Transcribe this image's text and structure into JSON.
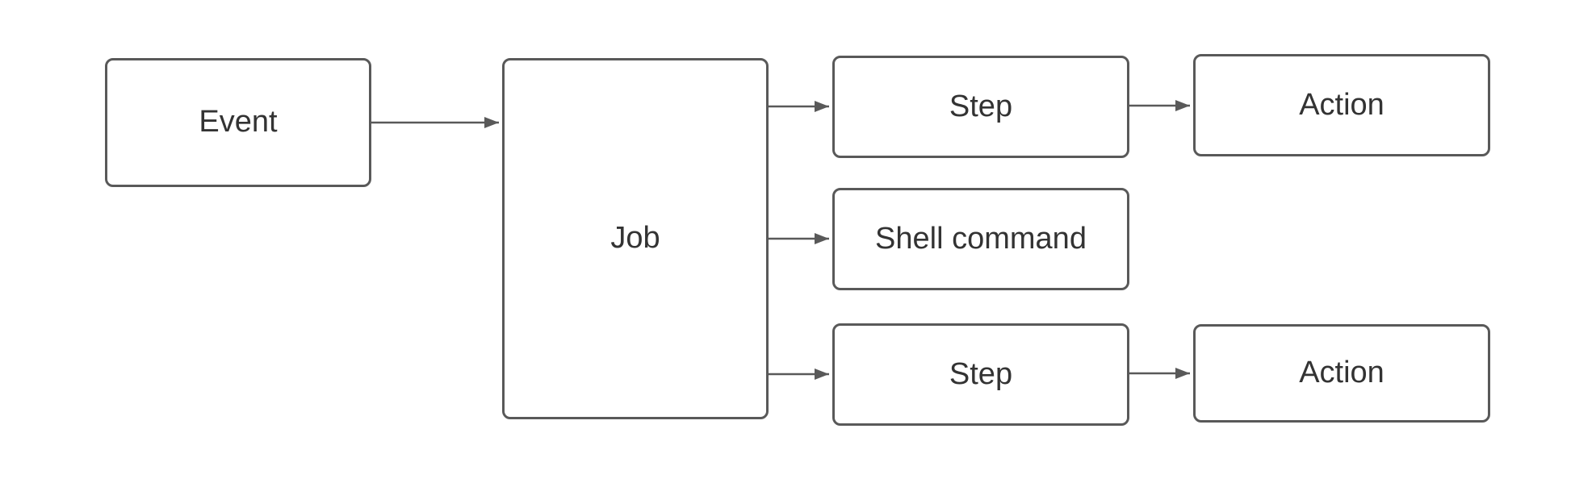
{
  "diagram": {
    "type": "flowchart",
    "background_color": "#ffffff",
    "shape_fill_color": "#ffffff",
    "stroke_color": "#595959",
    "text_color": "#333333",
    "nodes": {
      "event": {
        "label": "Event"
      },
      "job": {
        "label": "Job"
      },
      "step_top": {
        "label": "Step"
      },
      "action_top": {
        "label": "Action"
      },
      "shell_command": {
        "label": "Shell command"
      },
      "step_bottom": {
        "label": "Step"
      },
      "action_bottom": {
        "label": "Action"
      }
    },
    "edges": [
      {
        "from": "event",
        "to": "job"
      },
      {
        "from": "job",
        "to": "step_top"
      },
      {
        "from": "job",
        "to": "shell_command"
      },
      {
        "from": "job",
        "to": "step_bottom"
      },
      {
        "from": "step_top",
        "to": "action_top"
      },
      {
        "from": "step_bottom",
        "to": "action_bottom"
      }
    ]
  }
}
